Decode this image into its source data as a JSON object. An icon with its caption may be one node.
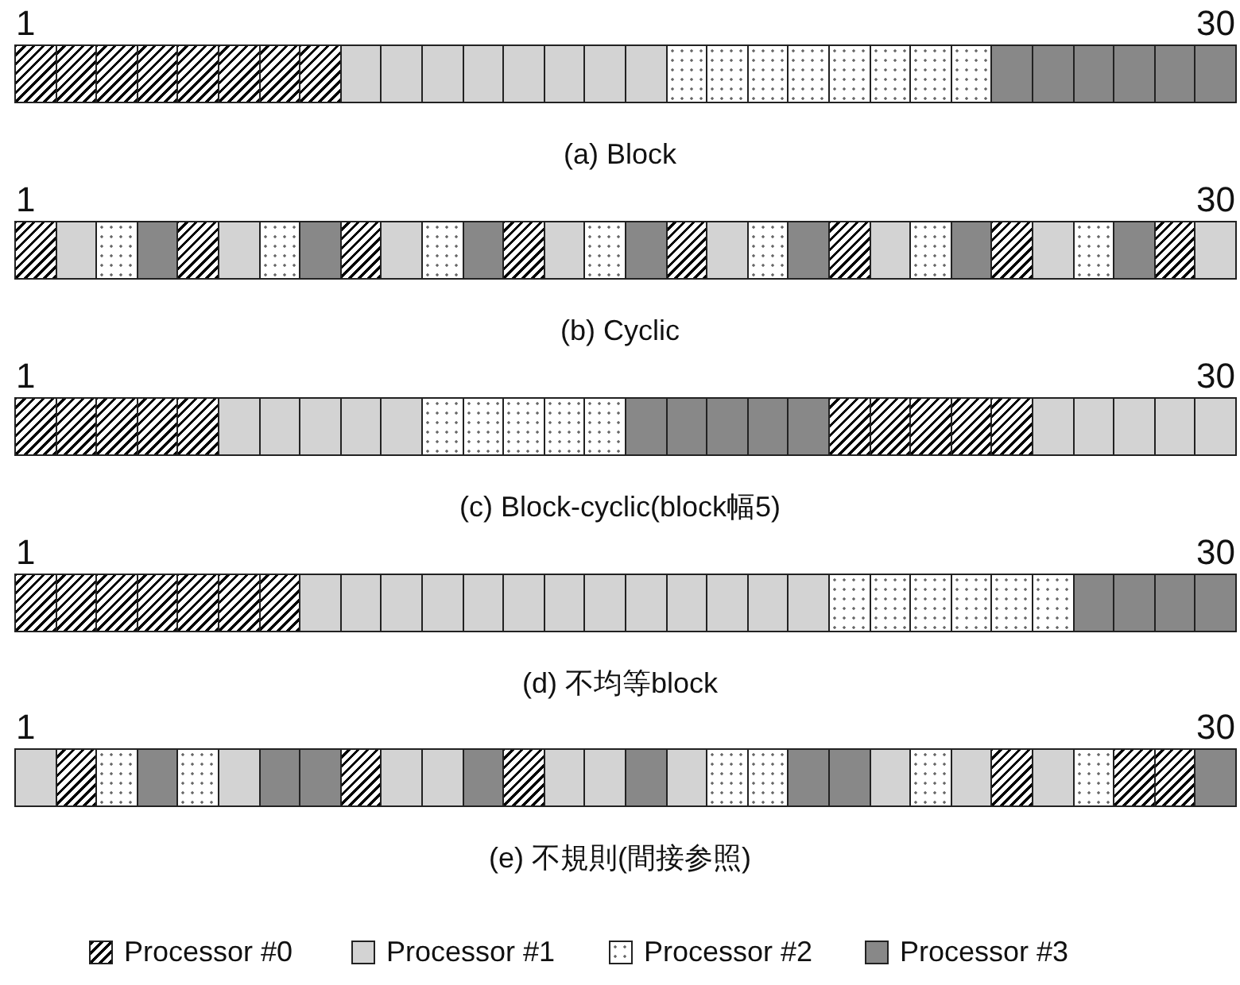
{
  "diagram": {
    "nodes": [
      {
        "text": [],
        "shape": "box"
      },
      {
        "text": [],
        "shape": "box"
      },
      {
        "text": [],
        "shape": "box"
      },
      {
        "text": [],
        "shape": "box"
      },
      {
        "text": [],
        "shape": "box"
      },
      {
        "text": [],
        "shape": "box"
      },
      {
        "text": [],
        "shape": "box"
      },
      {
        "text": [],
        "shape": "box"
      },
      {
        "text": [],
        "shape": "box"
      },
      {
        "text": [],
        "shape": "box"
      },
      {
        "text": [],
        "shape": "box"
      },
      {
        "text": [],
        "shape": "box"
      },
      {
        "text": [],
        "shape": "box"
      },
      {
        "text": [],
        "shape": "box"
      },
      {
        "text": [],
        "shape": "box"
      },
      {
        "text": [],
        "shape": "box"
      },
      {
        "text": [],
        "shape": "box"
      },
      {
        "text": [],
        "shape": "box"
      },
      {
        "text": [],
        "shape": "box"
      },
      {
        "text": [],
        "shape": "box"
      },
      {
        "text": [],
        "shape": "box"
      },
      {
        "text": [],
        "shape": "box"
      },
      {
        "text": [],
        "shape": "box"
      },
      {
        "text": [],
        "shape": "box"
      },
      {
        "text": [],
        "shape": "box"
      },
      {
        "text": [],
        "shape": "box"
      },
      {
        "text": [],
        "shape": "box"
      },
      {
        "text": [],
        "shape": "box"
      },
      {
        "text": [],
        "shape": "box"
      },
      {
        "text": [],
        "shape": "box"
      },
      {
        "text": [],
        "shape": "box"
      },
      {
        "text": [],
        "shape": "box"
      },
      {
        "text": [],
        "shape": "box"
      },
      {
        "text": [],
        "shape": "box"
      },
      {
        "text": [],
        "shape": "box"
      },
      {
        "text": [],
        "shape": "box"
      },
      {
        "text": [],
        "shape": "box"
      },
      {
        "text": [],
        "shape": "box"
      },
      {
        "text": [],
        "shape": "box"
      },
      {
        "text": [],
        "shape": "box"
      },
      {
        "text": [],
        "shape": "box"
      },
      {
        "text": [],
        "shape": "box"
      },
      {
        "text": [],
        "shape": "box"
      },
      {
        "text": [],
        "shape": "box"
      },
      {
        "text": [],
        "shape": "box"
      },
      {
        "text": [],
        "shape": "box"
      },
      {
        "text": [],
        "shape": "box"
      },
      {
        "text": [],
        "shape": "box"
      },
      {
        "text": [],
        "shape": "box"
      },
      {
        "text": [],
        "shape": "box"
      },
      {
        "text": [],
        "shape": "box"
      },
      {
        "text": [],
        "shape": "box"
      },
      {
        "text": [],
        "shape": "box"
      },
      {
        "text": [],
        "shape": "box"
      },
      {
        "text": [],
        "shape": "box"
      },
      {
        "text": [],
        "shape": "box"
      },
      {
        "text": [],
        "shape": "box"
      },
      {
        "text": [],
        "shape": "box"
      },
      {
        "text": [],
        "shape": "box"
      },
      {
        "text": [],
        "shape": "box"
      },
      {
        "text": [],
        "shape": "box"
      },
      {
        "text": [],
        "shape": "box"
      },
      {
        "text": [],
        "shape": "box"
      },
      {
        "text": [],
        "shape": "box"
      },
      {
        "text": [],
        "shape": "box"
      },
      {
        "text": [],
        "shape": "box"
      },
      {
        "text": [],
        "shape": "box"
      },
      {
        "text": [],
        "shape": "box"
      },
      {
        "text": [],
        "shape": "box"
      },
      {
        "text": [],
        "shape": "box"
      },
      {
        "text": [],
        "shape": "box"
      },
      {
        "text": [],
        "shape": "box"
      },
      {
        "text": [],
        "shape": "box"
      },
      {
        "text": [],
        "shape": "box"
      },
      {
        "text": [],
        "shape": "box"
      },
      {
        "text": [],
        "shape": "box"
      },
      {
        "text": [],
        "shape": "box"
      },
      {
        "text": [],
        "shape": "box"
      },
      {
        "text": [],
        "shape": "box"
      },
      {
        "text": [],
        "shape": "box"
      },
      {
        "text": [],
        "shape": "box"
      },
      {
        "text": [],
        "shape": "box"
      },
      {
        "text": [],
        "shape": "box"
      },
      {
        "text": [],
        "shape": "box"
      },
      {
        "text": [],
        "shape": "box"
      },
      {
        "text": [],
        "shape": "box"
      },
      {
        "text": [],
        "shape": "box"
      },
      {
        "text": [],
        "shape": "box"
      },
      {
        "text": [],
        "shape": "box"
      },
      {
        "text": [],
        "shape": "box"
      },
      {
        "text": [],
        "shape": "box"
      },
      {
        "text": [],
        "shape": "box"
      },
      {
        "text": [],
        "shape": "box"
      },
      {
        "text": [],
        "shape": "box"
      },
      {
        "text": [],
        "shape": "box"
      },
      {
        "text": [],
        "shape": "box"
      },
      {
        "text": [],
        "shape": "box"
      },
      {
        "text": [],
        "shape": "box"
      },
      {
        "text": [],
        "shape": "box"
      },
      {
        "text": [],
        "shape": "box"
      },
      {
        "text": [],
        "shape": "box"
      },
      {
        "text": [],
        "shape": "box"
      },
      {
        "text": [],
        "shape": "box"
      },
      {
        "text": [],
        "shape": "box"
      },
      {
        "text": [],
        "shape": "box"
      },
      {
        "text": [],
        "shape": "box"
      },
      {
        "text": [],
        "shape": "box"
      },
      {
        "text": [],
        "shape": "box"
      },
      {
        "text": [],
        "shape": "box"
      },
      {
        "text": [],
        "shape": "box"
      },
      {
        "text": [],
        "shape": "box"
      },
      {
        "text": [],
        "shape": "box"
      },
      {
        "text": [],
        "shape": "box"
      },
      {
        "text": [],
        "shape": "box"
      },
      {
        "text": [],
        "shape": "box"
      },
      {
        "text": [],
        "shape": "box"
      },
      {
        "text": [],
        "shape": "box"
      },
      {
        "text": [],
        "shape": "box"
      },
      {
        "text": [],
        "shape": "box"
      },
      {
        "text": [],
        "shape": "box"
      },
      {
        "text": [],
        "shape": "box"
      },
      {
        "text": [],
        "shape": "box"
      },
      {
        "text": [],
        "shape": "box"
      },
      {
        "text": [],
        "shape": "box"
      },
      {
        "text": [],
        "shape": "box"
      },
      {
        "text": [],
        "shape": "box"
      },
      {
        "text": [],
        "shape": "box"
      },
      {
        "text": [],
        "shape": "box"
      },
      {
        "text": [],
        "shape": "box"
      },
      {
        "text": [],
        "shape": "box"
      },
      {
        "text": [],
        "shape": "box"
      },
      {
        "text": [],
        "shape": "box"
      },
      {
        "text": [],
        "shape": "box"
      },
      {
        "text": [],
        "shape": "box"
      },
      {
        "text": [],
        "shape": "box"
      },
      {
        "text": [],
        "shape": "box"
      },
      {
        "text": [],
        "shape": "box"
      },
      {
        "text": [],
        "shape": "box"
      },
      {
        "text": [],
        "shape": "box"
      },
      {
        "text": [],
        "shape": "box"
      },
      {
        "text": [],
        "shape": "box"
      },
      {
        "text": [],
        "shape": "box"
      },
      {
        "text": [],
        "shape": "box"
      },
      {
        "text": [],
        "shape": "box"
      },
      {
        "text": [],
        "shape": "box"
      },
      {
        "text": [],
        "shape": "box"
      },
      {
        "text": [],
        "shape": "box"
      },
      {
        "text": [],
        "shape": "box"
      },
      {
        "text": [],
        "shape": "box"
      },
      {
        "text": [],
        "shape": "box"
      }
    ],
    "labels": [
      "1",
      "30",
      "(a) Block",
      "1",
      "30",
      "(b) Cyclic",
      "1",
      "30",
      "(c) Block-cyclic(block幅5)",
      "1",
      "30",
      "(d) 不均等block",
      "1",
      "30",
      "(e) 不規則(間接参照)"
    ],
    "legend": [
      {
        "text": "Processor #0"
      },
      {
        "text": "Processor #1"
      },
      {
        "text": "Processor #2"
      },
      {
        "text": "Processor #3"
      }
    ]
  }
}
